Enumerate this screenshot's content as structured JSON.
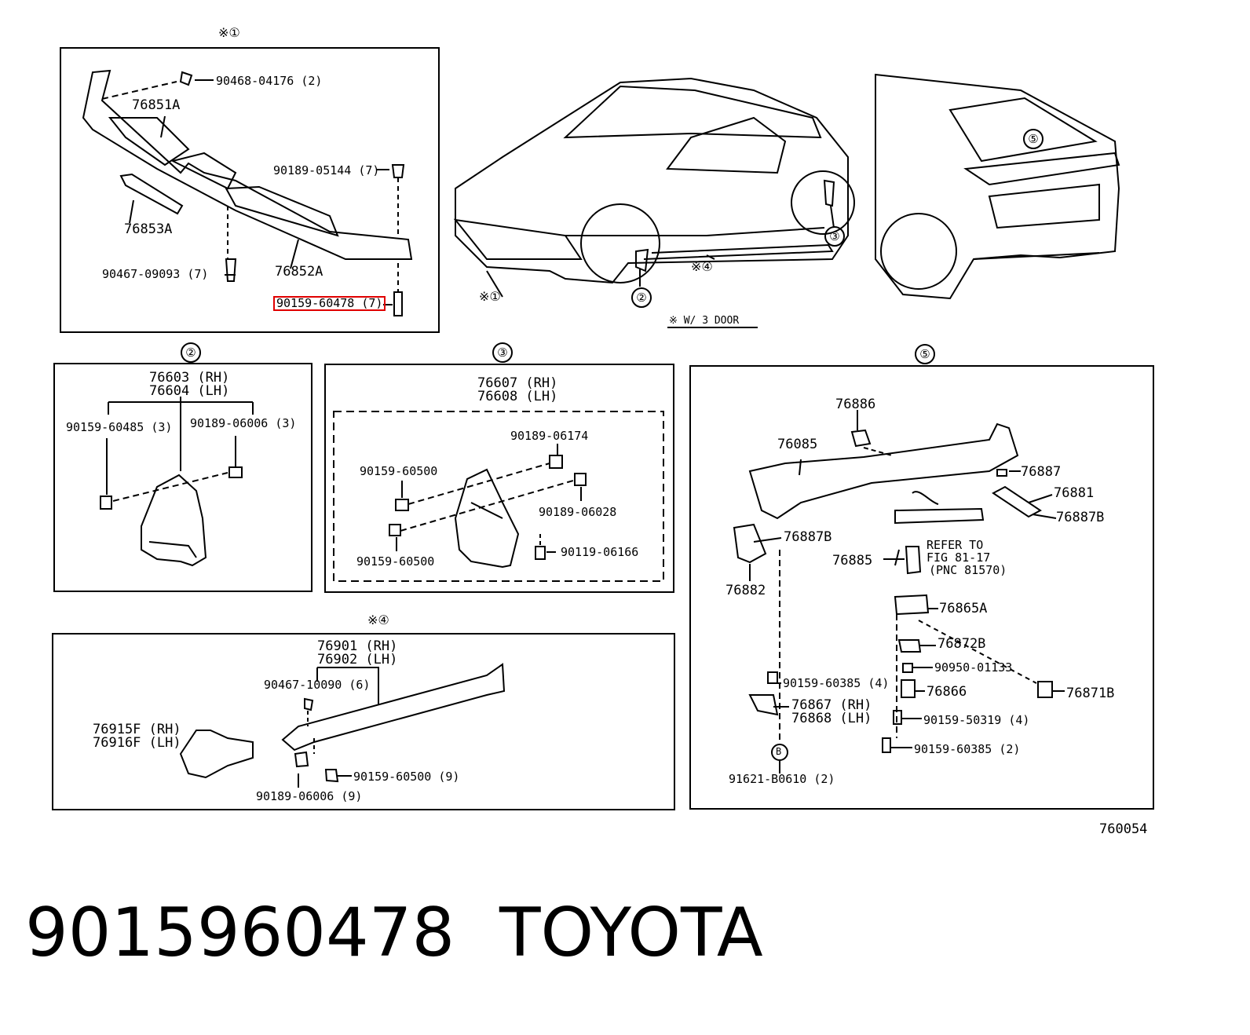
{
  "markers": {
    "m1": "※①",
    "c2": "②",
    "c3": "③",
    "m4": "※④",
    "c5": "⑤",
    "car_m1": "※①",
    "car_c2": "②",
    "car_c3": "③",
    "car_m4": "※④",
    "car_c5": "⑤"
  },
  "note_3door": "※ W/ 3 DOOR",
  "panel1": {
    "p1": "90468-04176 (2)",
    "p2": "76851A",
    "p3": "90189-05144 (7)",
    "p4": "76853A",
    "p5": "90467-09093 (7)",
    "p6": "76852A",
    "p7": "90159-60478 (7)"
  },
  "panel2": {
    "p1": "76603 (RH)",
    "p2": "76604 (LH)",
    "p3": "90159-60485 (3)",
    "p4": "90189-06006 (3)"
  },
  "panel3": {
    "p1": "76607 (RH)",
    "p2": "76608 (LH)",
    "p3": "90189-06174",
    "p4": "90159-60500",
    "p5": "90189-06028",
    "p6": "90119-06166",
    "p7": "90159-60500"
  },
  "panel4": {
    "p1": "76901 (RH)",
    "p2": "76902 (LH)",
    "p3": "90467-10090 (6)",
    "p4": "76915F (RH)",
    "p5": "76916F (LH)",
    "p6": "90159-60500 (9)",
    "p7": "90189-06006 (9)"
  },
  "panel5": {
    "p1": "76886",
    "p2": "76085",
    "p3": "76887",
    "p4": "76881",
    "p5": "76887B",
    "p6": "76887B",
    "p7": "REFER TO",
    "p8": "FIG 81-17",
    "p9": "(PNC 81570)",
    "p10": "76885",
    "p11": "76882",
    "p12": "76865A",
    "p13": "76872B",
    "p14": "90950-01133",
    "p15": "90159-60385 (4)",
    "p16": "76866",
    "p17": "76871B",
    "p18": "76867 (RH)",
    "p19": "76868 (LH)",
    "p20": "90159-50319 (4)",
    "p21": "90159-60385 (2)",
    "p22": "B",
    "p23": "91621-B0610 (2)"
  },
  "diagram_code": "760054",
  "footer": {
    "part_number": "9015960478",
    "brand": "TOYOTA"
  }
}
